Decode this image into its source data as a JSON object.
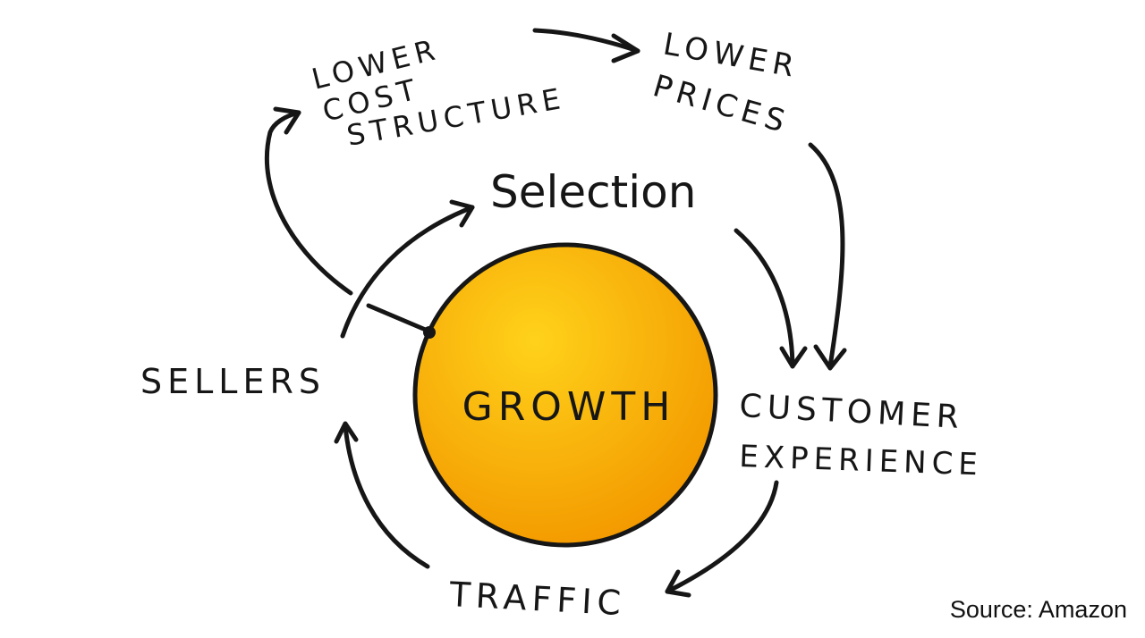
{
  "diagram": {
    "center": {
      "label": "GROWTH",
      "fill_light": "#ffd21a",
      "fill_dark": "#f39a00"
    },
    "nodes": {
      "lower_cost_structure": {
        "lines": [
          "LOWER",
          "COST",
          "STRUCTURE"
        ]
      },
      "lower_prices": {
        "lines": [
          "LOWER",
          "PRICES"
        ]
      },
      "selection": {
        "label": "Selection"
      },
      "customer_experience": {
        "lines": [
          "CUSTOMER",
          "EXPERIENCE"
        ]
      },
      "traffic": {
        "label": "TRAFFIC"
      },
      "sellers": {
        "label": "SELLERS"
      }
    },
    "ink_color": "#161616"
  },
  "source": "Source: Amazon"
}
